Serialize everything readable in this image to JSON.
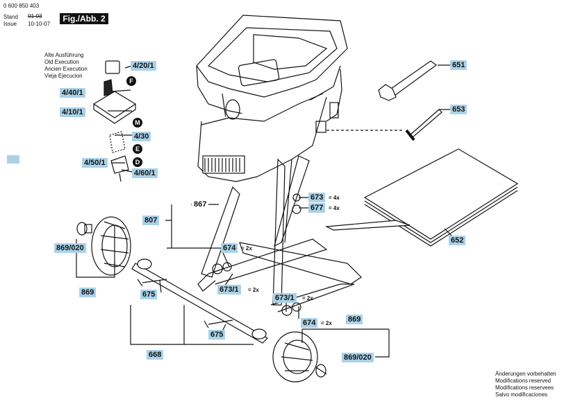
{
  "header": {
    "part_number": "0 600 850 403",
    "stand_label": "Stand",
    "stand_value": "01-03",
    "issue_label": "Issue",
    "issue_value": "10-10-07",
    "figure_tag": "Fig./Abb. 2"
  },
  "legend": {
    "line1": "Alte Ausführung",
    "line2": "Old Execution",
    "line3": "Ancien Execution",
    "line4": "Vieja Ejecucion"
  },
  "labels": {
    "p4201": "4/20/1",
    "p4401": "4/40/1",
    "p4101": "4/10/1",
    "p430": "4/30",
    "p4501": "4/50/1",
    "p4601": "4/60/1",
    "p651": "651",
    "p653": "653",
    "p673": "673",
    "p677": "677",
    "p867": "867",
    "p807": "807",
    "p674a": "674",
    "p6731": "673/1",
    "p869020a": "869/020",
    "p869a": "869",
    "p675a": "675",
    "p652": "652",
    "p6731b": "673/1",
    "p674b": "674",
    "p869b": "869",
    "p675b": "675",
    "p869020b": "869/020",
    "p668": "668"
  },
  "quantities": {
    "q673": "= 4x",
    "q677": "= 4x",
    "q674a": "= 2x",
    "q6731": "= 2x",
    "q6731b": "= 2x",
    "q674b": "= 2x"
  },
  "circles": {
    "F": "F",
    "M": "M",
    "E": "E",
    "D": "D"
  },
  "footer": {
    "line1": "Änderungen vorbehalten",
    "line2": "Modifications reserved",
    "line3": "Modifications reservees",
    "line4": "Salvo modificaciones"
  }
}
